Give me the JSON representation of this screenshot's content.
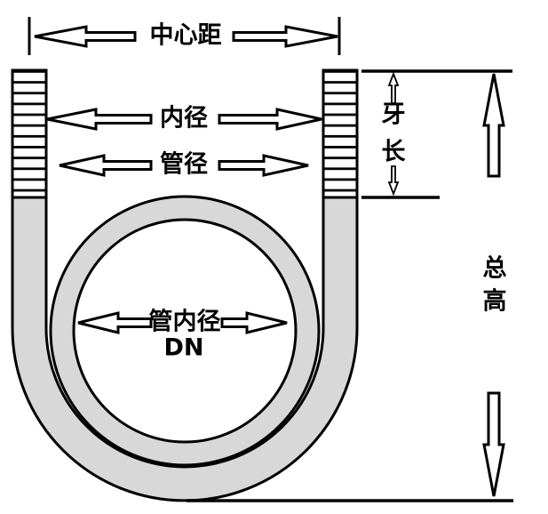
{
  "colors": {
    "steel_fill": "#d8d8d8",
    "outline": "#000000",
    "background": "#ffffff"
  },
  "labels": {
    "center_distance": "中心距",
    "rod_inner_diameter": "内径",
    "pipe_diameter": "管径",
    "pipe_inner_diameter": "管内径",
    "pipe_inner_diameter_code": "DN",
    "thread_length_char1": "牙",
    "thread_length_char2": "长",
    "total_height_char1": "总",
    "total_height_char2": "高"
  }
}
